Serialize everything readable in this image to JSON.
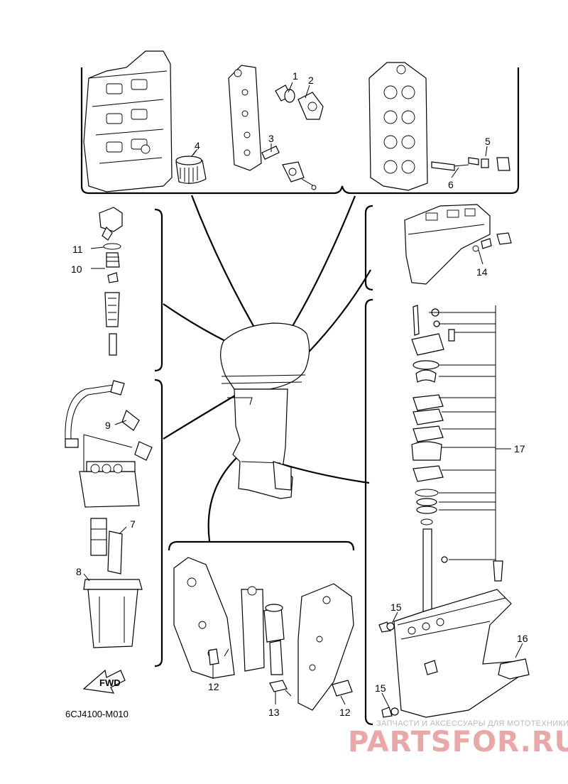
{
  "diagram_code": "6CJ4100-M010",
  "fwd_label": "FWD",
  "watermark": {
    "tagline": "ЗАПЧАСТИ И АКСЕССУАРЫ ДЛЯ МОТОТЕХНИКИ",
    "brand": "PARTSFOR.RU"
  },
  "callouts": {
    "c1": "1",
    "c2": "2",
    "c3": "3",
    "c4": "4",
    "c5": "5",
    "c6": "6",
    "c7": "7",
    "c8": "8",
    "c9": "9",
    "c10": "10",
    "c11": "11",
    "c12a": "12",
    "c12b": "12",
    "c13": "13",
    "c14": "14",
    "c15a": "15",
    "c15b": "15",
    "c16": "16",
    "c17": "17"
  }
}
